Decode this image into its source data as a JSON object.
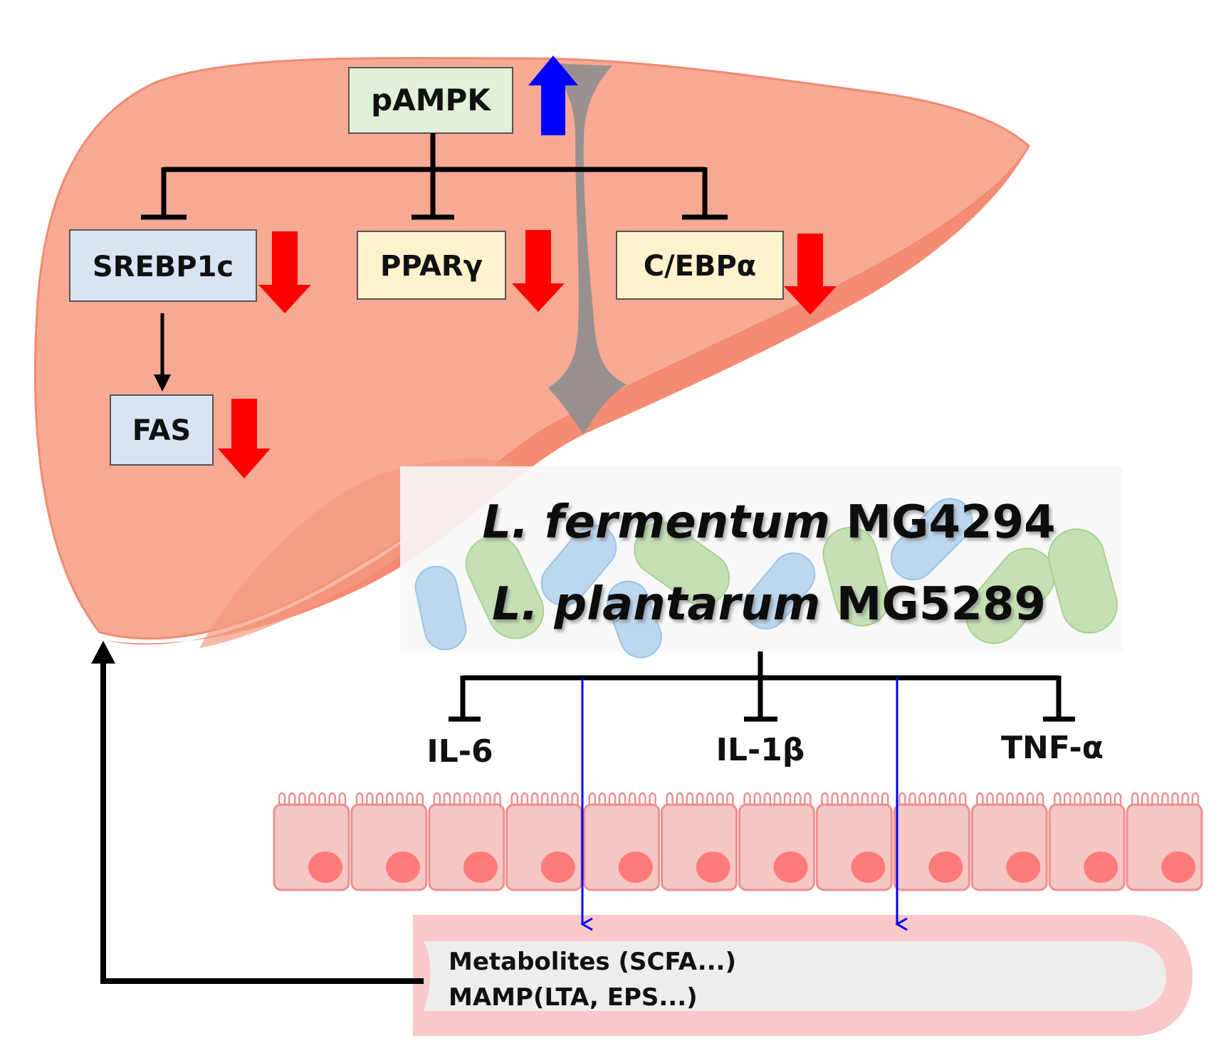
{
  "colors": {
    "liver": "#f7a994",
    "liver_dark": "#f48c73",
    "liver_outline": "#f08a72",
    "ligament": "#8f8f8f",
    "green_box": "#e2f0d9",
    "blue_box": "#dae3f3",
    "yellow_box": "#fff2cc",
    "up_arrow": "#0000ff",
    "down_arrow": "#ff0000",
    "pathway_line": "#000000",
    "transport_line": "#0000ff",
    "bacteria_blue": "#bdd7ee",
    "bacteria_green": "#c5e0b4",
    "cell_fill": "#f4c7c3",
    "cell_outline": "#ef8f8f",
    "nucleus": "#ff7b7b",
    "lumen_wall": "#f9c8c8",
    "lumen_inner": "#ededed"
  },
  "liver": {
    "top_node": "pAMPK",
    "targets": [
      "SREBP1c",
      "PPARγ",
      "C/EBPα"
    ],
    "downstream": "FAS"
  },
  "probiotics": {
    "strain1_species": "L. fermentum",
    "strain1_id": "MG4294",
    "strain2_species": "L. plantarum",
    "strain2_id": "MG5289"
  },
  "cytokines": [
    "IL-6",
    "IL-1β",
    "TNF-α"
  ],
  "lumen": {
    "line1": "Metabolites (SCFA...)",
    "line2": "MAMP(LTA, EPS...)"
  }
}
